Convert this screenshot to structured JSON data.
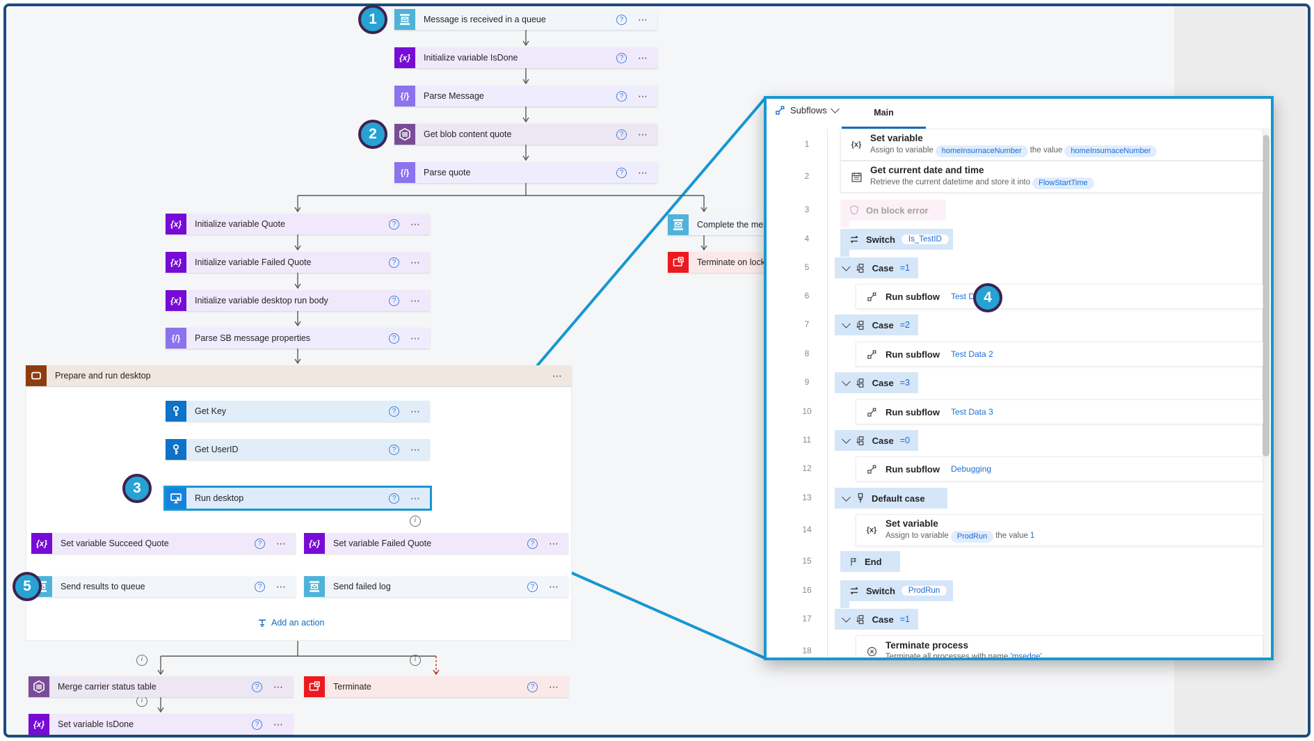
{
  "callouts": [
    {
      "n": "1"
    },
    {
      "n": "2"
    },
    {
      "n": "3"
    },
    {
      "n": "4"
    },
    {
      "n": "5"
    }
  ],
  "flow": {
    "scope_label": "Prepare and run desktop",
    "add_action_label": "Add an action",
    "nodes": [
      {
        "id": "msg-received",
        "label": "Message is received in a queue",
        "icon": "service-bus-icon",
        "theme": "servicebus"
      },
      {
        "id": "init-isdone",
        "label": "Initialize variable IsDone",
        "icon": "variable-icon",
        "theme": "variable"
      },
      {
        "id": "parse-message",
        "label": "Parse Message",
        "icon": "parse-json-icon",
        "theme": "parse"
      },
      {
        "id": "get-blob",
        "label": "Get blob content quote",
        "icon": "blob-storage-icon",
        "theme": "blob"
      },
      {
        "id": "parse-quote",
        "label": "Parse quote",
        "icon": "parse-json-icon",
        "theme": "parse"
      },
      {
        "id": "init-quote",
        "label": "Initialize variable Quote",
        "icon": "variable-icon",
        "theme": "variable"
      },
      {
        "id": "init-failed-quote",
        "label": "Initialize variable Failed Quote",
        "icon": "variable-icon",
        "theme": "variable"
      },
      {
        "id": "init-desktop-body",
        "label": "Initialize variable desktop run body",
        "icon": "variable-icon",
        "theme": "variable"
      },
      {
        "id": "parse-sb",
        "label": "Parse SB message properties",
        "icon": "parse-json-icon",
        "theme": "parse"
      },
      {
        "id": "get-key",
        "label": "Get Key",
        "icon": "key-vault-icon",
        "theme": "keyvault"
      },
      {
        "id": "get-userid",
        "label": "Get UserID",
        "icon": "key-vault-icon",
        "theme": "keyvault"
      },
      {
        "id": "run-desktop",
        "label": "Run desktop",
        "icon": "desktop-flow-icon",
        "theme": "desktop",
        "selected": true
      },
      {
        "id": "set-succeed",
        "label": "Set variable Succeed Quote",
        "icon": "variable-icon",
        "theme": "variable"
      },
      {
        "id": "set-failed",
        "label": "Set variable Failed Quote",
        "icon": "variable-icon",
        "theme": "variable"
      },
      {
        "id": "send-results",
        "label": "Send results to queue",
        "icon": "service-bus-icon",
        "theme": "servicebus"
      },
      {
        "id": "send-failed-log",
        "label": "Send failed log",
        "icon": "service-bus-icon",
        "theme": "servicebus"
      },
      {
        "id": "merge-carrier",
        "label": "Merge carrier status table",
        "icon": "blob-storage-icon",
        "theme": "blob"
      },
      {
        "id": "terminate",
        "label": "Terminate",
        "icon": "terminate-icon",
        "theme": "terminate"
      },
      {
        "id": "set-isdone",
        "label": "Set variable IsDone",
        "icon": "variable-icon",
        "theme": "variable"
      },
      {
        "id": "complete-message",
        "label": "Complete the message",
        "icon": "service-bus-icon",
        "theme": "servicebus",
        "chrome": false
      },
      {
        "id": "terminate-lock",
        "label": "Terminate on lock",
        "icon": "terminate-icon",
        "theme": "terminate",
        "chrome": false
      }
    ]
  },
  "panel": {
    "subflows_label": "Subflows",
    "tab_label": "Main",
    "rows": [
      {
        "n": "1",
        "type": "card2",
        "icon": "variable-x-icon",
        "title": "Set variable",
        "desc": [
          {
            "t": "Assign to variable"
          },
          {
            "pill": "homeInsurnaceNumber"
          },
          {
            "t": "the value"
          },
          {
            "pill": "homeInsurnaceNumber"
          }
        ]
      },
      {
        "n": "2",
        "type": "card2",
        "icon": "calendar-icon",
        "title": "Get current date and time",
        "desc": [
          {
            "t": "Retrieve the current datetime and store it into"
          },
          {
            "pill": "FlowStartTime"
          }
        ]
      },
      {
        "n": "3",
        "type": "error",
        "label": "On block error"
      },
      {
        "n": "4",
        "type": "switch",
        "label": "Switch",
        "pill": "Is_TestID"
      },
      {
        "n": "5",
        "type": "case",
        "label": "Case",
        "value": "=1"
      },
      {
        "n": "6",
        "type": "subflow",
        "label": "Run subflow",
        "link": "Test Data 1",
        "callout": "4"
      },
      {
        "n": "7",
        "type": "case",
        "label": "Case",
        "value": "=2"
      },
      {
        "n": "8",
        "type": "subflow",
        "label": "Run subflow",
        "link": "Test Data 2"
      },
      {
        "n": "9",
        "type": "case",
        "label": "Case",
        "value": "=3"
      },
      {
        "n": "10",
        "type": "subflow",
        "label": "Run subflow",
        "link": "Test Data 3"
      },
      {
        "n": "11",
        "type": "case",
        "label": "Case",
        "value": "=0"
      },
      {
        "n": "12",
        "type": "subflow",
        "label": "Run subflow",
        "link": "Debugging"
      },
      {
        "n": "13",
        "type": "defaultcase",
        "label": "Default case"
      },
      {
        "n": "14",
        "type": "card2",
        "indent": true,
        "icon": "variable-x-icon",
        "title": "Set variable",
        "desc": [
          {
            "t": "Assign to variable"
          },
          {
            "pill": "ProdRun"
          },
          {
            "t": "the value"
          },
          {
            "link": "1"
          }
        ]
      },
      {
        "n": "15",
        "type": "end",
        "label": "End"
      },
      {
        "n": "16",
        "type": "switch",
        "label": "Switch",
        "pill": "ProdRun"
      },
      {
        "n": "17",
        "type": "case",
        "label": "Case",
        "value": "=1"
      },
      {
        "n": "18",
        "type": "card2",
        "indent": true,
        "icon": "terminate-process-icon",
        "title": "Terminate process",
        "desc": [
          {
            "t": "Terminate all processes with name"
          },
          {
            "link": "'msedge'"
          }
        ]
      }
    ]
  }
}
